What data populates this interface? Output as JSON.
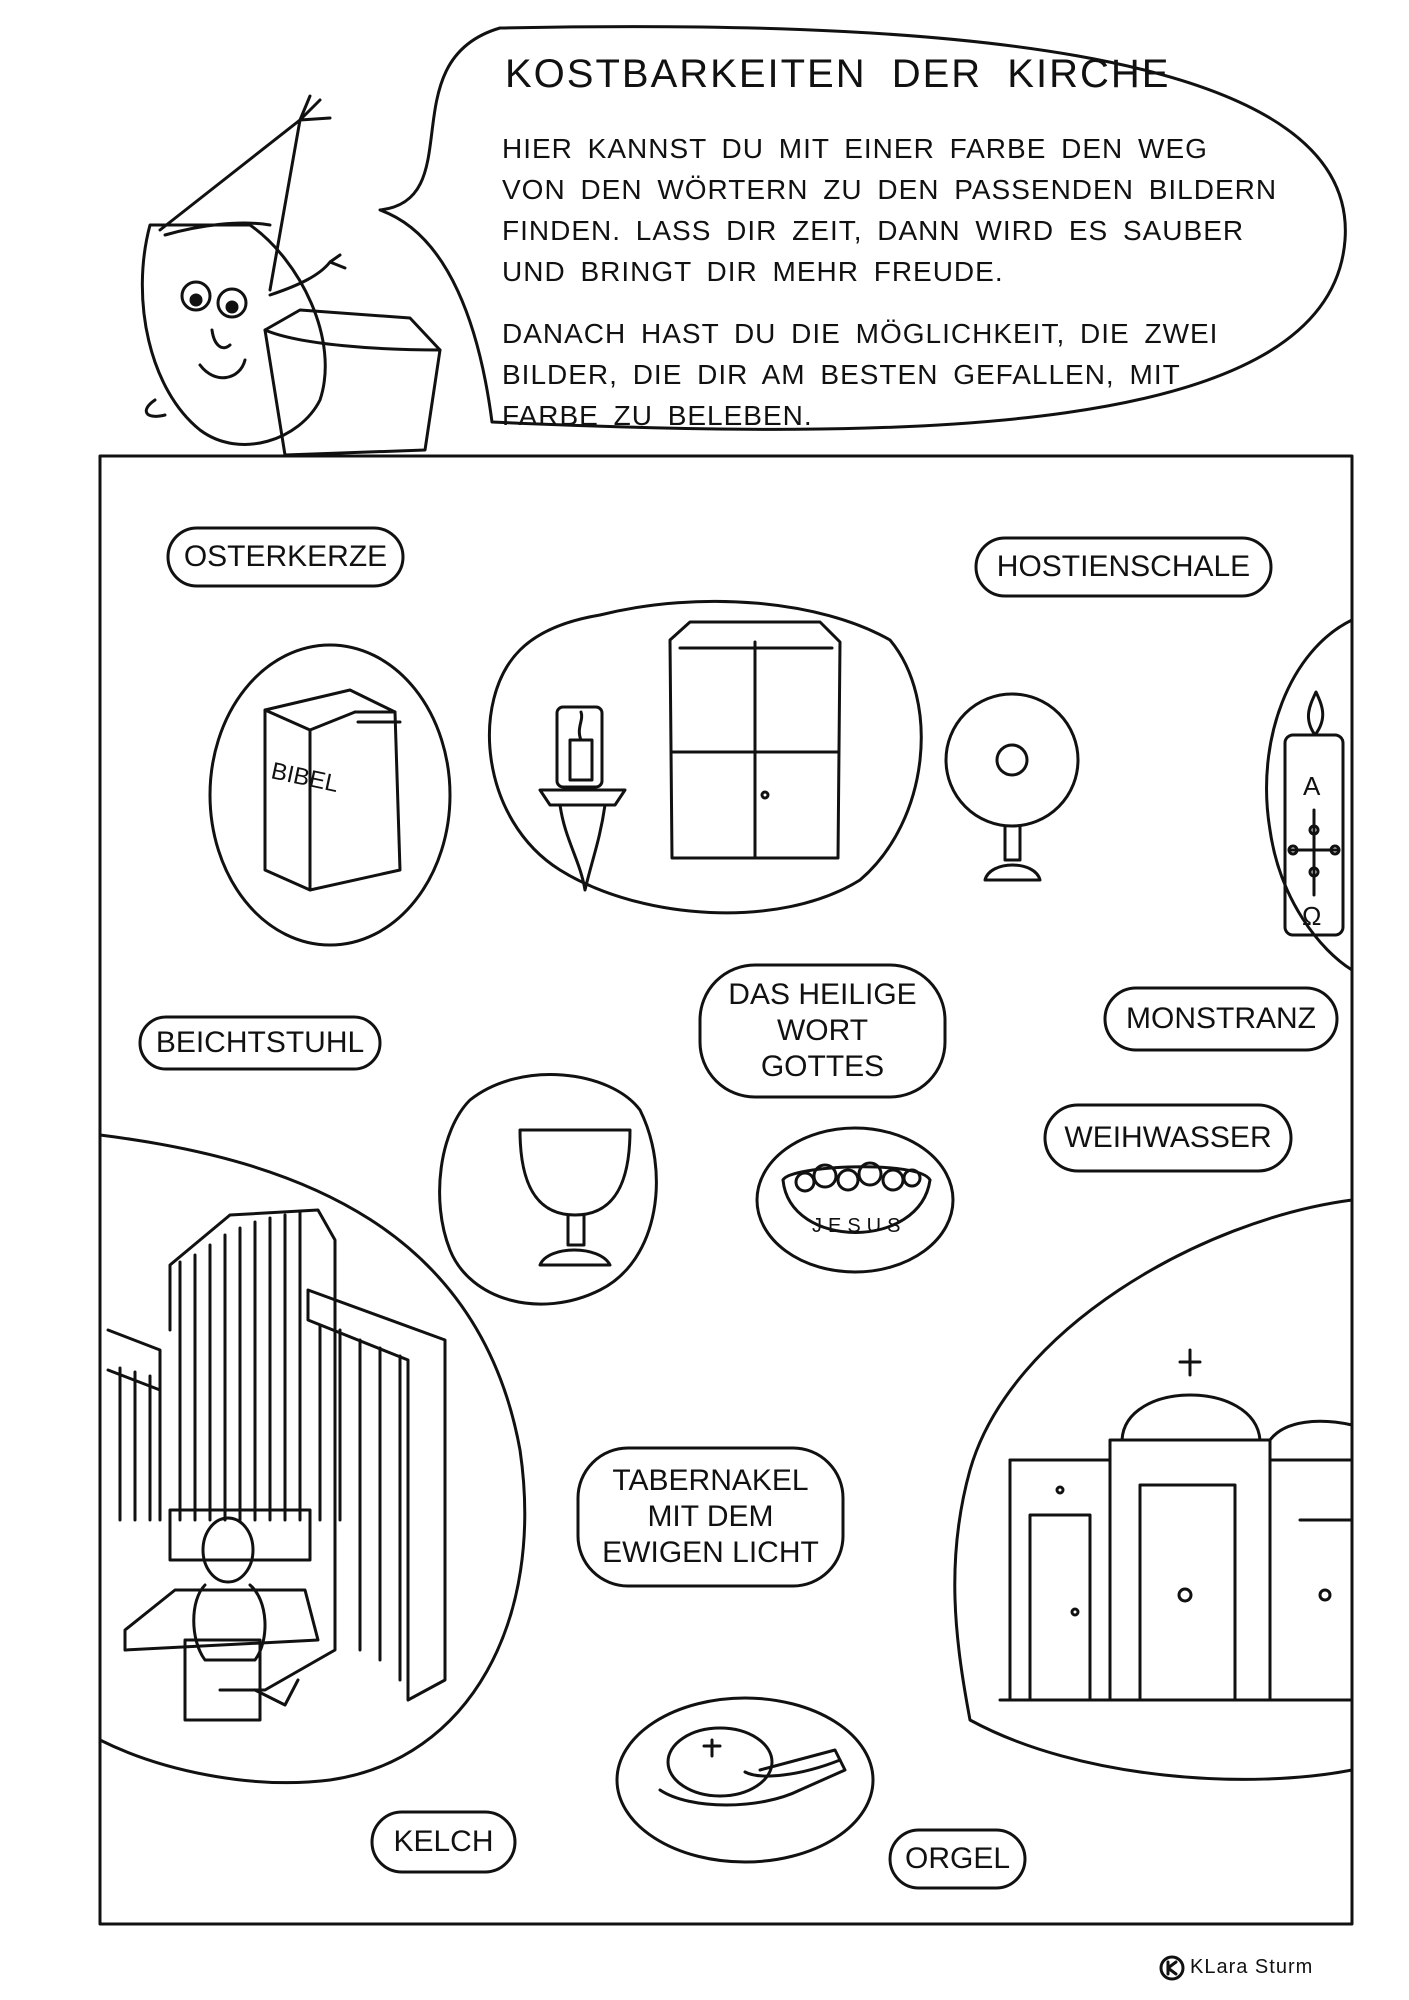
{
  "header": {
    "title": "KOSTBARKEITEN DER KIRCHE",
    "paragraph_1": "HIER KANNST DU MIT EINER FARBE DEN WEG\nVON DEN WÖRTERN ZU DEN PASSENDEN BILDERN\nFINDEN. LASS DIR ZEIT, DANN WIRD ES SAUBER\nUND BRINGT DIR MEHR FREUDE.",
    "paragraph_2": "DANACH HAST DU DIE MÖGLICHKEIT, DIE ZWEI\nBILDER, DIE DIR AM BESTEN GEFALLEN, MIT\nFARBE ZU BELEBEN."
  },
  "word_labels": {
    "osterkerze": "OSTERKERZE",
    "hostienschale": "HOSTIENSCHALE",
    "beichtstuhl": "BEICHTSTUHL",
    "heilige_wort": "DAS HEILIGE\nWORT\nGOTTES",
    "monstranz": "MONSTRANZ",
    "weihwasser": "WEIHWASSER",
    "tabernakel": "TABERNAKEL\nMIT DEM\nEWIGEN LICHT",
    "kelch": "KELCH",
    "orgel": "ORGEL"
  },
  "picture_text": {
    "bible_cover": "BIBEL",
    "bowl_inscription": "JESUS",
    "candle_alpha": "A",
    "candle_omega": "Ω"
  },
  "footer": {
    "credit": "KLara Sturm"
  }
}
